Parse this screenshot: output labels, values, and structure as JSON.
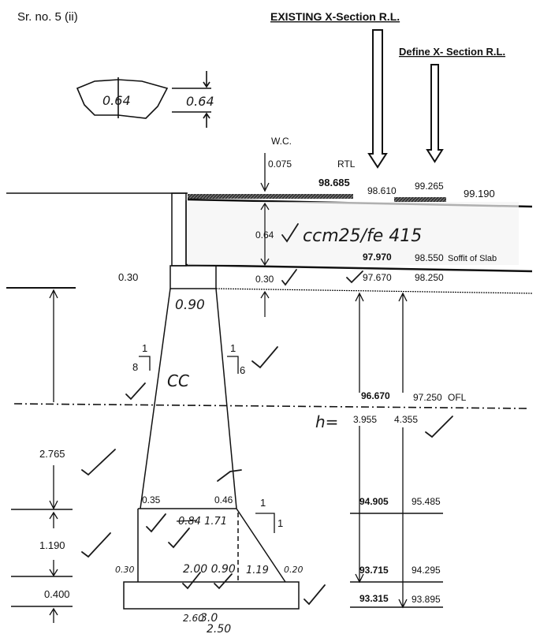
{
  "header": {
    "serial": "Sr. no. 5 (ii)",
    "existing_label": "EXISTING X-Section R.L.",
    "define_label": "Define X- Section R.L."
  },
  "slab": {
    "wc_label": "W.C.",
    "wc_value": "0.075",
    "rtl_label": "RTL",
    "rtl_value": "98.685",
    "existing_top": "98.610",
    "define_top": "99.265",
    "right_top": "99.190",
    "thickness": "0.64",
    "existing_soffit": "97.970",
    "define_soffit": "98.550",
    "soffit_label": "Soffit of Slab",
    "cap_thickness": "0.30",
    "cap_left_label": "0.30",
    "existing_cap_bottom": "97.670",
    "define_cap_bottom": "98.250",
    "hand_material": "ccm25/fe 415"
  },
  "pier": {
    "top_width_hand": "0.90",
    "left_batter_top": "1",
    "left_batter_bottom": "8",
    "right_batter_top": "1",
    "right_batter_bottom": "6",
    "hand_cc": "CC",
    "bottom_left_width": "0.35",
    "bottom_right_width": "0.46",
    "footing_slope_top": "1",
    "footing_slope_side": "1"
  },
  "levels": {
    "existing_ofl": "96.670",
    "define_ofl": "97.250",
    "ofl_label": "OFL",
    "h_label": "h=",
    "existing_h": "3.955",
    "define_h": "4.355",
    "existing_step1": "94.905",
    "define_step1": "95.485",
    "existing_step2": "93.715",
    "define_step2": "94.295",
    "existing_bottom": "93.315",
    "define_bottom": "93.895"
  },
  "dimensions": {
    "height_upper": "2.765",
    "height_mid": "1.190",
    "height_footing": "0.400"
  },
  "hand_notes": {
    "sketch_left": "0.64",
    "sketch_right": "0.64",
    "footing_offset_left": "0.30",
    "footing_offset_right": "0.20",
    "base_middle": "2.00  0.90",
    "base_right": "1.19",
    "mid_strike": "0.84 1.71",
    "bottom_width": "2.60",
    "bottom_width_2": "3.0",
    "bottom_width_3": "2.50"
  }
}
